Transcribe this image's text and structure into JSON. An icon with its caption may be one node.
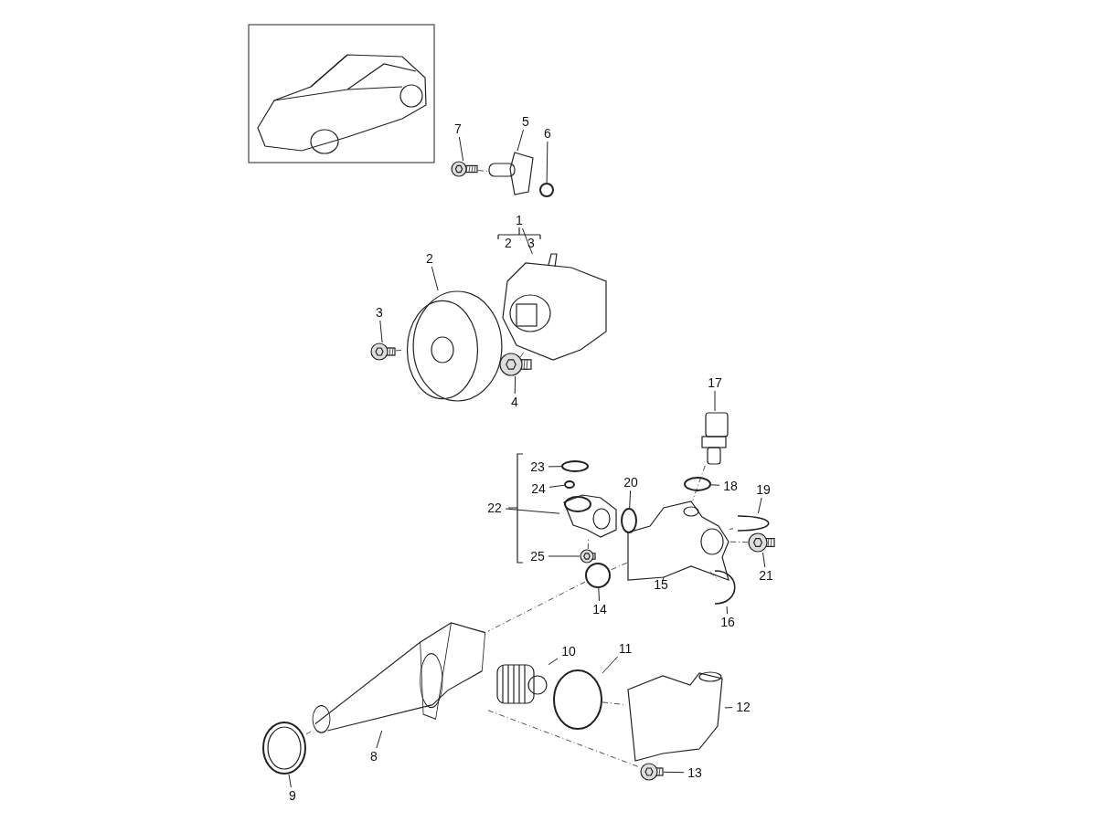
{
  "diagram": {
    "nodes": [
      {
        "text": [
          "1"
        ]
      },
      {
        "text": [
          "2"
        ]
      },
      {
        "text": [
          "3"
        ]
      },
      {
        "text": [
          "4"
        ]
      },
      {
        "text": [
          "5"
        ]
      },
      {
        "text": [
          "6"
        ]
      },
      {
        "text": [
          "7"
        ]
      },
      {
        "text": [
          "8"
        ]
      },
      {
        "text": [
          "9"
        ]
      },
      {
        "text": [
          "10"
        ]
      },
      {
        "text": [
          "11"
        ]
      },
      {
        "text": [
          "12"
        ]
      },
      {
        "text": [
          "13"
        ]
      },
      {
        "text": [
          "14"
        ]
      },
      {
        "text": [
          "15"
        ]
      },
      {
        "text": [
          "16"
        ]
      },
      {
        "text": [
          "17"
        ]
      },
      {
        "text": [
          "18"
        ]
      },
      {
        "text": [
          "19"
        ]
      },
      {
        "text": [
          "20"
        ]
      },
      {
        "text": [
          "21"
        ]
      },
      {
        "text": [
          "22"
        ]
      },
      {
        "text": [
          "23"
        ]
      },
      {
        "text": [
          "24"
        ]
      },
      {
        "text": [
          "25"
        ]
      },
      {
        "text": [],
        "shape": "picture"
      },
      {
        "text": [],
        "shape": "picture"
      },
      {
        "text": [],
        "shape": "picture"
      },
      {
        "text": [],
        "shape": "picture"
      },
      {
        "text": [],
        "shape": "picture"
      },
      {
        "text": [],
        "shape": "circle"
      },
      {
        "text": [],
        "shape": "picture"
      },
      {
        "text": [],
        "shape": "picture"
      },
      {
        "text": [],
        "shape": "picture"
      },
      {
        "text": [],
        "shape": "picture"
      },
      {
        "text": [],
        "shape": "circle"
      },
      {
        "text": [],
        "shape": "picture"
      },
      {
        "text": [],
        "shape": "picture"
      },
      {
        "text": [],
        "shape": "circle"
      },
      {
        "text": [],
        "shape": "picture"
      },
      {
        "text": [],
        "shape": "picture"
      },
      {
        "text": [],
        "shape": "picture"
      },
      {
        "text": [],
        "shape": "circle"
      },
      {
        "text": [],
        "shape": "picture"
      },
      {
        "text": [],
        "shape": "circle"
      },
      {
        "text": [],
        "shape": "picture"
      },
      {
        "text": [],
        "shape": "picture"
      },
      {
        "text": [],
        "shape": "circle"
      },
      {
        "text": [],
        "shape": "circle"
      },
      {
        "text": [],
        "shape": "picture"
      }
    ],
    "edges": [
      {
        "from": 0,
        "to": 25,
        "arrow": "none"
      },
      {
        "from": 1,
        "to": 26,
        "arrow": "none"
      },
      {
        "from": 2,
        "to": 27,
        "arrow": "none"
      },
      {
        "from": 3,
        "to": 28,
        "arrow": "none"
      },
      {
        "from": 4,
        "to": 29,
        "arrow": "none"
      },
      {
        "from": 5,
        "to": 30,
        "arrow": "none"
      },
      {
        "from": 6,
        "to": 31,
        "arrow": "none"
      },
      {
        "from": 7,
        "to": 32,
        "arrow": "none"
      },
      {
        "from": 8,
        "to": 33,
        "arrow": "none"
      },
      {
        "from": 9,
        "to": 34,
        "arrow": "none"
      },
      {
        "from": 10,
        "to": 35,
        "arrow": "none"
      },
      {
        "from": 11,
        "to": 36,
        "arrow": "none"
      },
      {
        "from": 12,
        "to": 37,
        "arrow": "none"
      },
      {
        "from": 13,
        "to": 38,
        "arrow": "none"
      },
      {
        "from": 14,
        "to": 39,
        "arrow": "none"
      },
      {
        "from": 15,
        "to": 40,
        "arrow": "none"
      },
      {
        "from": 16,
        "to": 41,
        "arrow": "none"
      },
      {
        "from": 17,
        "to": 42,
        "arrow": "none"
      },
      {
        "from": 18,
        "to": 43,
        "arrow": "none"
      },
      {
        "from": 19,
        "to": 44,
        "arrow": "none"
      },
      {
        "from": 20,
        "to": 45,
        "arrow": "none"
      },
      {
        "from": 21,
        "to": 46,
        "arrow": "none"
      },
      {
        "from": 22,
        "to": 47,
        "arrow": "none"
      },
      {
        "from": 23,
        "to": 48,
        "arrow": "none"
      },
      {
        "from": 24,
        "to": 49,
        "arrow": "none"
      },
      {
        "from": 31,
        "to": 29,
        "arrow": "none",
        "style": "dashed"
      },
      {
        "from": 27,
        "to": 26,
        "arrow": "none",
        "style": "dashed"
      },
      {
        "from": 28,
        "to": 25,
        "arrow": "none",
        "style": "dashed"
      },
      {
        "from": 33,
        "to": 32,
        "arrow": "none",
        "style": "dashed"
      },
      {
        "from": 38,
        "to": 32,
        "arrow": "none",
        "style": "dashed"
      },
      {
        "from": 39,
        "to": 38,
        "arrow": "none",
        "style": "dashed"
      },
      {
        "from": 35,
        "to": 36,
        "arrow": "none",
        "style": "dashed"
      },
      {
        "from": 32,
        "to": 37,
        "arrow": "none",
        "style": "dashed"
      },
      {
        "from": 41,
        "to": 39,
        "arrow": "none",
        "style": "dashed"
      },
      {
        "from": 43,
        "to": 39,
        "arrow": "none",
        "style": "dashed"
      },
      {
        "from": 45,
        "to": 39,
        "arrow": "none",
        "style": "dashed"
      },
      {
        "from": 40,
        "to": 39,
        "arrow": "none",
        "style": "dashed"
      },
      {
        "from": 49,
        "to": 46,
        "arrow": "none",
        "style": "dashed"
      }
    ],
    "labels": [
      "2",
      "3"
    ]
  }
}
